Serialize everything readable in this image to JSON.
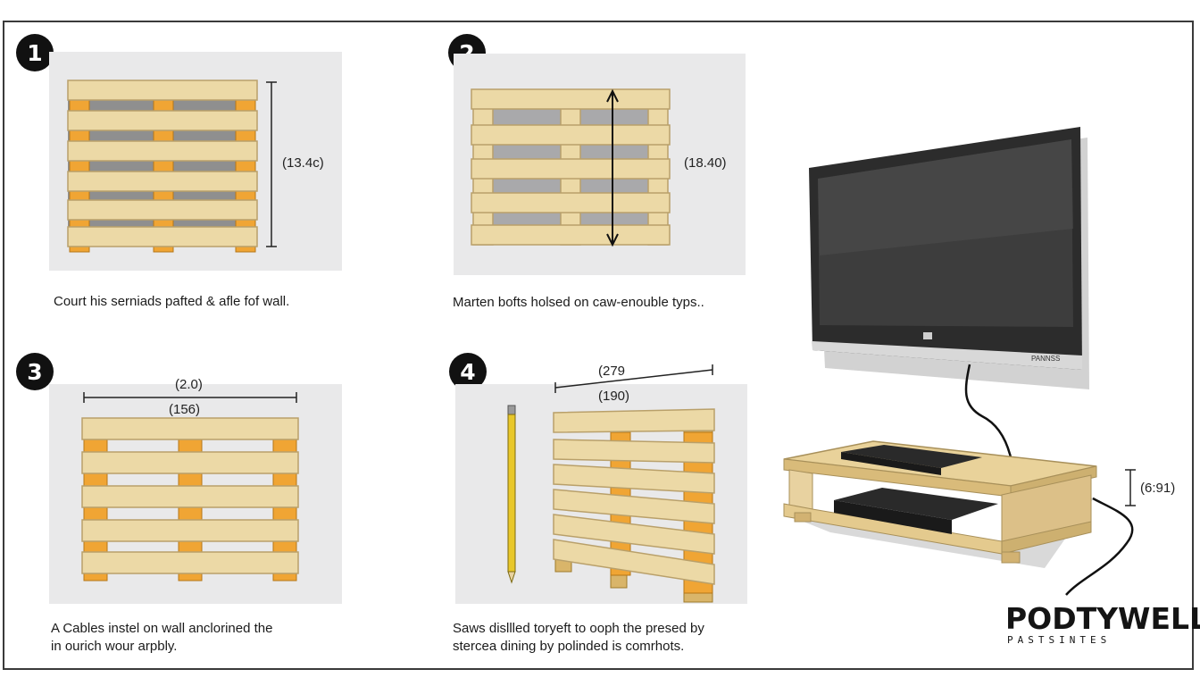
{
  "steps": [
    {
      "number": "1",
      "caption": "Court his serniads pafted & afle fof wall.",
      "dimension": "(13.4c)"
    },
    {
      "number": "2",
      "caption": "Marten bofts holsed on caw-enouble typs..",
      "dimension": "(18.40)"
    },
    {
      "number": "3",
      "caption_lines": [
        "A Cables instel on wall anclorined the",
        "in ourich wour arpbly."
      ],
      "dimension_outer": "(2.0)",
      "dimension_inner": "(156)"
    },
    {
      "number": "4",
      "caption_lines": [
        "Saws disllled toryeft to ooph the presed by",
        "stercea dining by polinded is comrhots."
      ],
      "dimension_outer": "(279",
      "dimension_inner": "(190)"
    }
  ],
  "scene": {
    "dimension": "(6:91)",
    "tv_brand": "PANNSS",
    "icon": "tv-stand-scene"
  },
  "logo": {
    "main": "PODTYWELL",
    "sub": "PASTSINTES"
  },
  "colors": {
    "wood": "#ecd9a6",
    "wood_edge": "#b9a06a",
    "block": "#f0a534",
    "panel": "#e9e9ea",
    "tv_screen": "#3d3d3d",
    "frame": "#3a3a3a"
  }
}
